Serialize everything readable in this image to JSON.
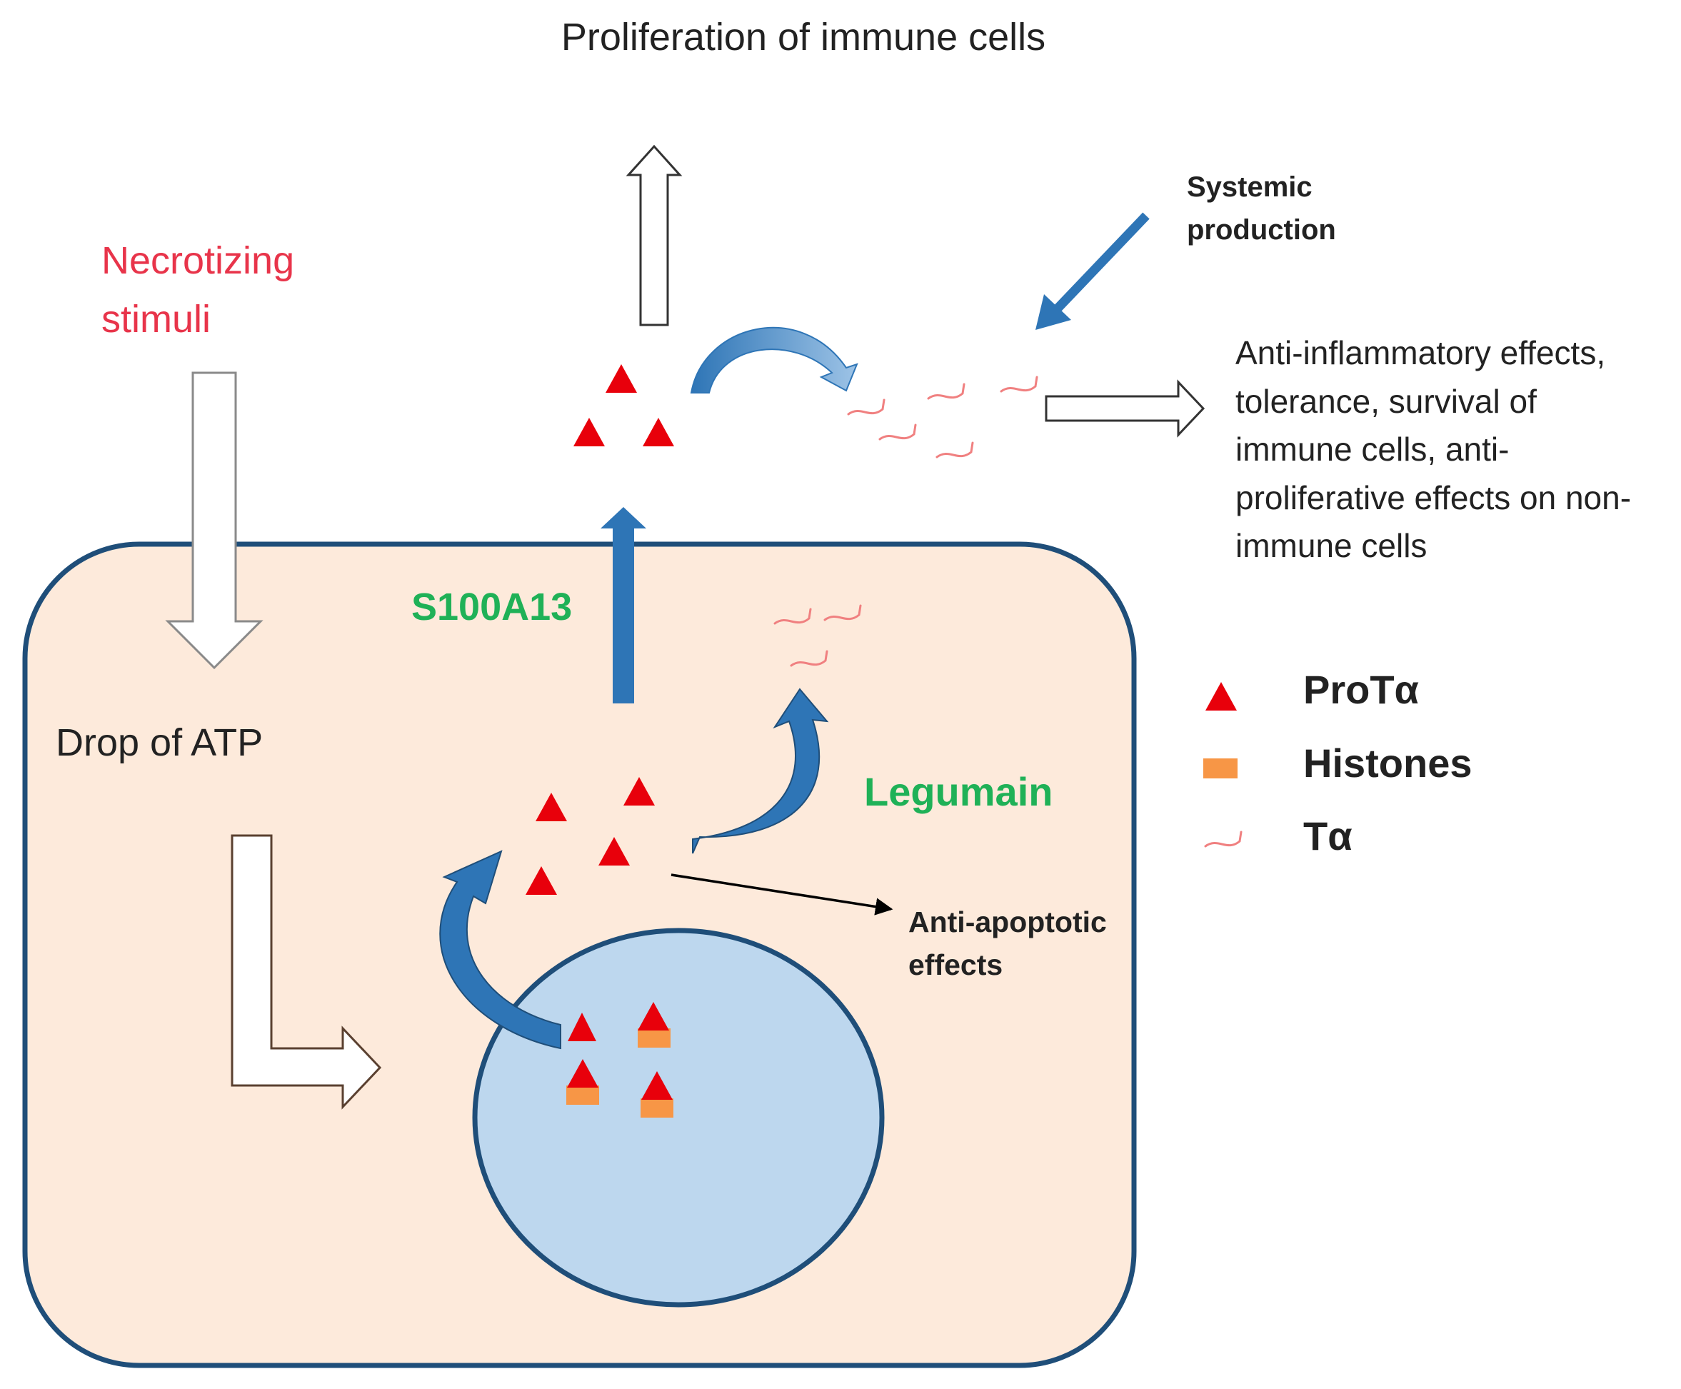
{
  "labels": {
    "proliferation": "Proliferation of immune cells",
    "systemic_line1": "Systemic",
    "systemic_line2": "production",
    "necrotizing_line1": "Necrotizing",
    "necrotizing_line2": "stimuli",
    "anti_inflammatory_lines": [
      "Anti-inflammatory effects,",
      "tolerance, survival of",
      "immune cells, anti-",
      "proliferative effects on non-",
      "immune cells"
    ],
    "s100a13": "S100A13",
    "drop_atp": "Drop of ATP",
    "legumain": "Legumain",
    "anti_apoptotic_line1": "Anti-apoptotic",
    "anti_apoptotic_line2": "effects"
  },
  "legend": [
    {
      "symbol": "triangle",
      "label": "ProTα"
    },
    {
      "symbol": "square",
      "label": "Histones"
    },
    {
      "symbol": "squiggle",
      "label": "Tα"
    }
  ],
  "colors": {
    "cell_fill": "#fdeadb",
    "cell_stroke": "#1f4e79",
    "nucleus_fill": "#bdd7ee",
    "nucleus_stroke": "#1f4e79",
    "protalpha": "#e8000b",
    "histone": "#f79646",
    "talpha": "#f08080",
    "blue_arrow": "#2e75b6",
    "red_text": "#e8344a",
    "green_text": "#1fb157",
    "text": "#222222"
  }
}
